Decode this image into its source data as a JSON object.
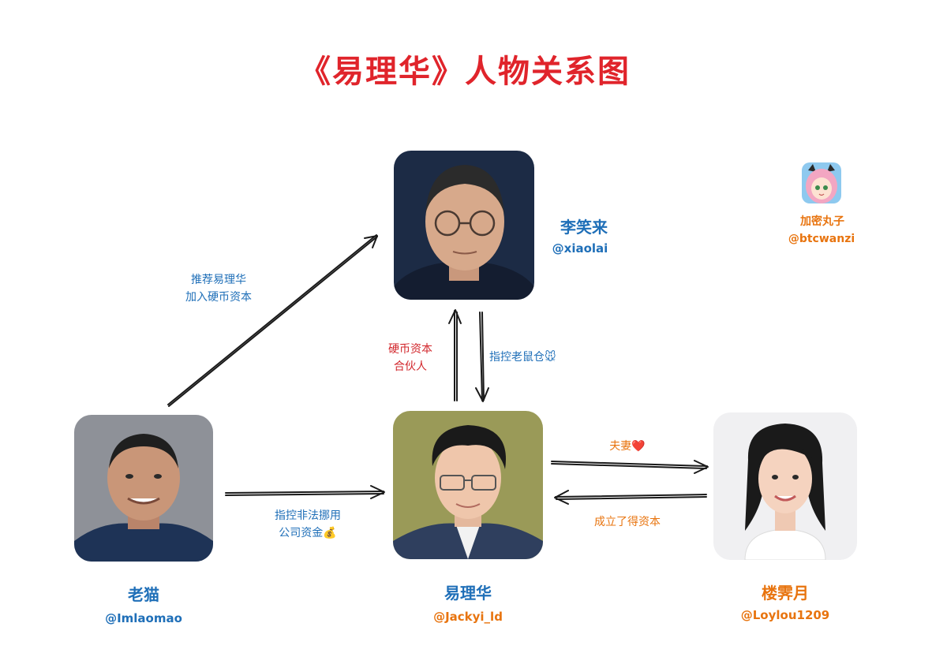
{
  "title": "《易理华》人物关系图",
  "people": {
    "li": {
      "name": "李笑来",
      "handle": "@xiaolai"
    },
    "yi": {
      "name": "易理华",
      "handle": "@Jackyi_ld"
    },
    "lao": {
      "name": "老猫",
      "handle": "@Imlaomao"
    },
    "lou": {
      "name": "楼霁月",
      "handle": "@Loylou1209"
    },
    "author": {
      "name": "加密丸子",
      "handle": "@btcwanzi"
    }
  },
  "relations": {
    "lao_to_li": [
      "推荐易理华",
      "加入硬币资本"
    ],
    "yi_li_partner": [
      "硬币资本",
      "合伙人"
    ],
    "li_to_yi": "指控老鼠仓🐭",
    "lao_to_yi": [
      "指控非法挪用",
      "公司资金💰"
    ],
    "yi_to_lou": "夫妻❤️",
    "lou_to_yi": "成立了得资本"
  },
  "colors": {
    "title": "#e0242b",
    "blue_text": "#1f6fb8",
    "orange_text": "#e8740f",
    "red_text": "#d2272c",
    "arrow": "#1a1a1a"
  }
}
